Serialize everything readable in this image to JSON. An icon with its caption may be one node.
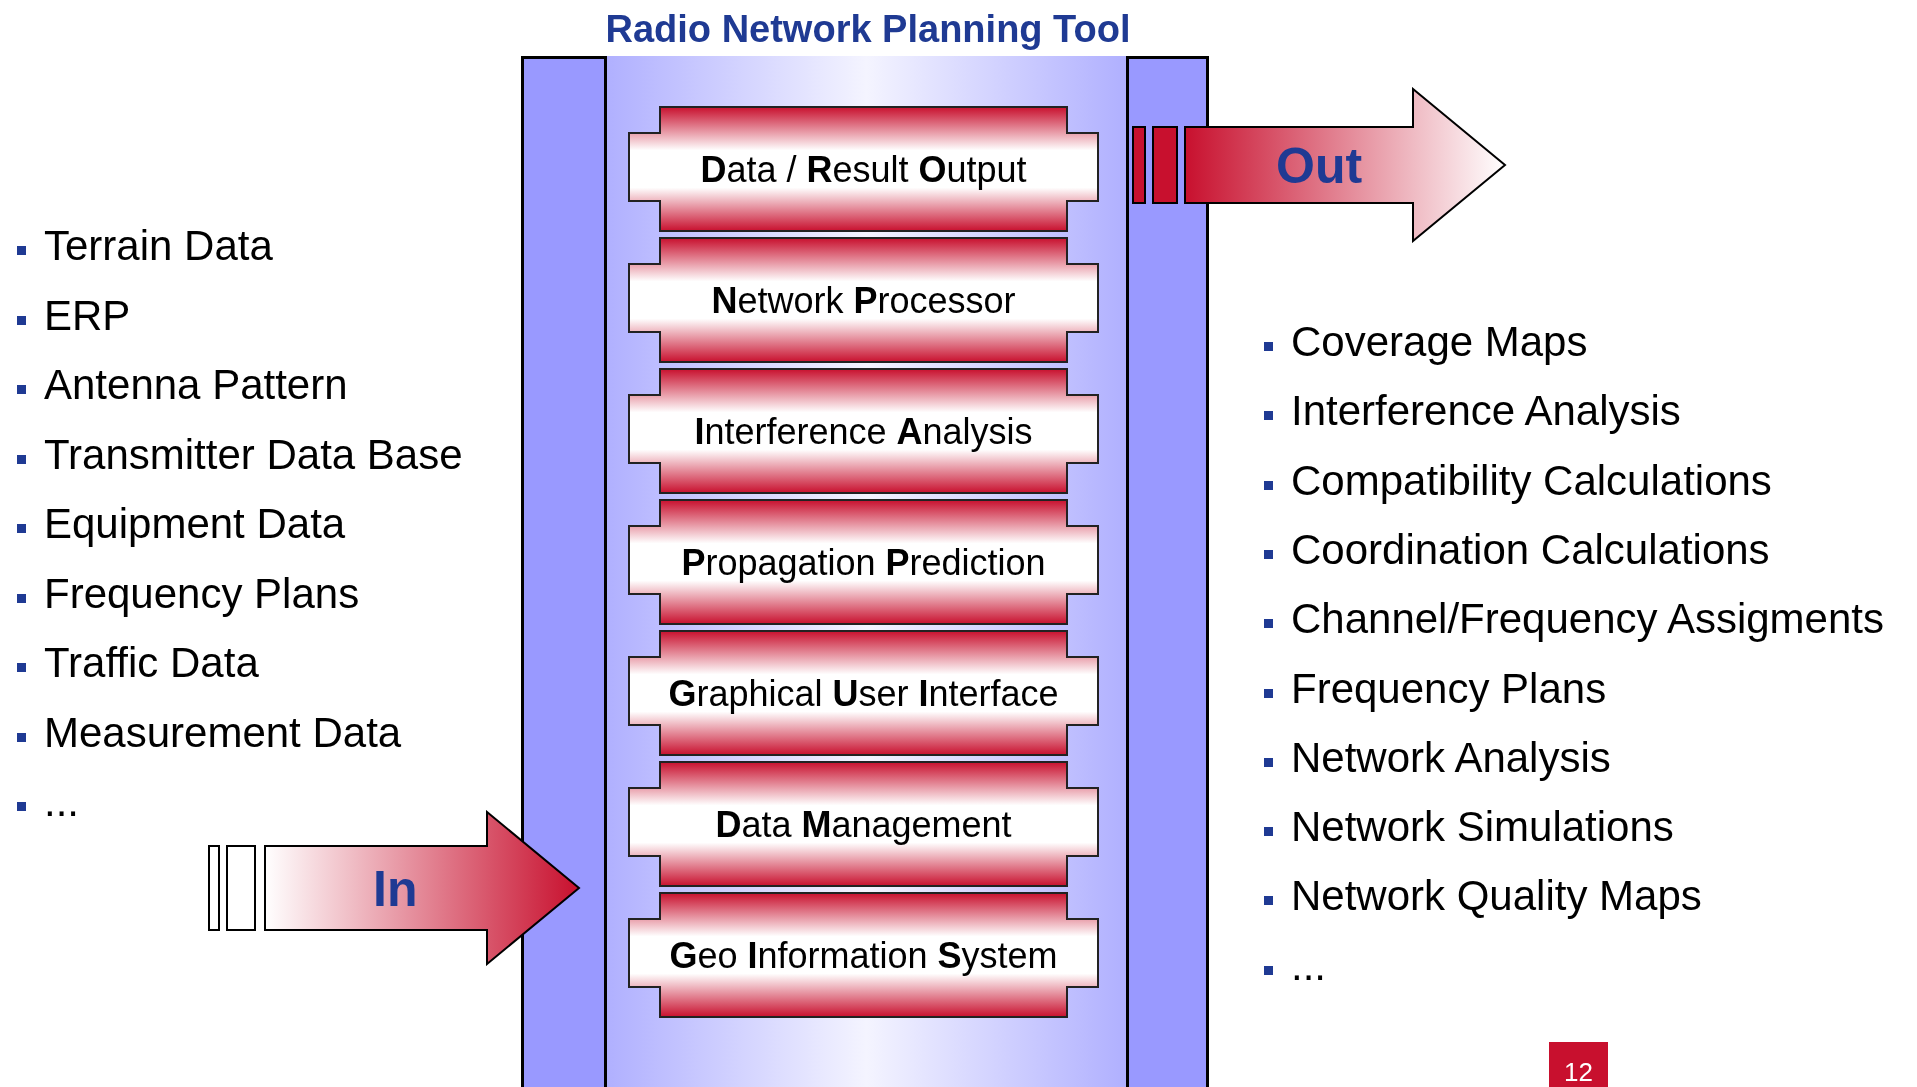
{
  "diagram": {
    "nodes": [
      {
        "text": [
          "Radio Network Planning Tool"
        ]
      },
      {
        "text": [
          "**D**ata / **R**esult **O**utput"
        ],
        "in": 0
      },
      {
        "text": [
          "**N**etwork **P**rocessor"
        ],
        "in": 0
      },
      {
        "text": [
          "**I**nterference **A**nalysis"
        ],
        "in": 0
      },
      {
        "text": [
          "**P**ropagation **P**rediction"
        ],
        "in": 0
      },
      {
        "text": [
          "**G**raphical **U**ser **I**nterface"
        ],
        "in": 0
      },
      {
        "text": [
          "**D**ata **M**anagement"
        ],
        "in": 0
      },
      {
        "text": [
          "**G**eo **I**nformation **S**ystem"
        ],
        "in": 0
      },
      {
        "text": [
          "In"
        ]
      },
      {
        "text": [
          "Out"
        ]
      }
    ],
    "labels": [
      "Terrain Data",
      "ERP",
      "Antenna Pattern",
      "Transmitter Data Base",
      "Equipment Data",
      "Frequency Plans",
      "Traffic Data",
      "Measurement Data",
      "...",
      "Coverage Maps",
      "Interference Analysis",
      "Compatibility Calculations",
      "Coordination Calculations",
      "Channel/Frequency Assigments",
      "Frequency Plans",
      "Network Analysis",
      "Network Simulations",
      "Network Quality Maps",
      "...",
      "12"
    ]
  }
}
